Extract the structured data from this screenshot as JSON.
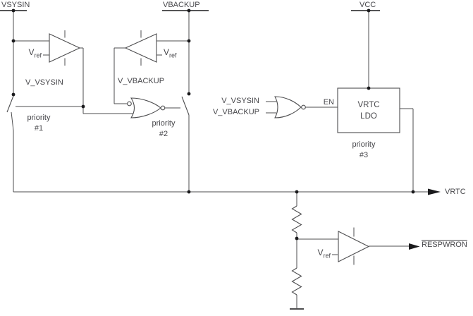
{
  "colors": {
    "wire": "#4d4d4f",
    "text": "#47474b",
    "junction": "#1a1a1c",
    "background": "#ffffff"
  },
  "terminals": {
    "vsysin": "VSYSIN",
    "vbackup": "VBACKUP",
    "vcc": "VCC"
  },
  "comparators": {
    "vsysin": {
      "ref_main": "V",
      "ref_sub": "ref",
      "output_label": "V_VSYSIN"
    },
    "vbackup": {
      "ref_main": "V",
      "ref_sub": "ref",
      "output_label": "V_VBACKUP"
    },
    "respwron": {
      "ref_main": "V",
      "ref_sub": "ref"
    }
  },
  "switches": {
    "sw1": {
      "line1": "priority",
      "line2": "#1"
    },
    "sw2": {
      "line1": "priority",
      "line2": "#2"
    }
  },
  "nor_gate": {
    "input1": "V_VSYSIN",
    "input2": "V_VBACKUP",
    "enable": "EN"
  },
  "ldo": {
    "line1": "VRTC",
    "line2": "LDO",
    "priority": {
      "line1": "priority",
      "line2": "#3"
    }
  },
  "outputs": {
    "vrtc": "VRTC",
    "respwron": "RESPWRON"
  }
}
